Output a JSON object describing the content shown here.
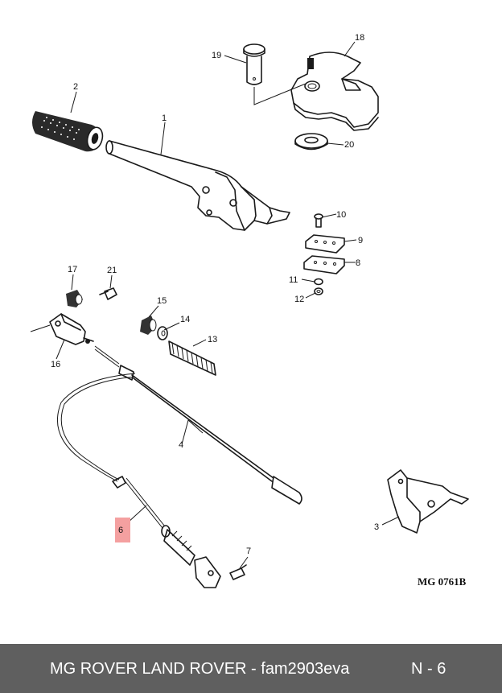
{
  "diagram": {
    "reference": "MG 0761B",
    "callouts": {
      "c1": "1",
      "c2": "2",
      "c3": "3",
      "c4": "4",
      "c6": "6",
      "c7": "7",
      "c8": "8",
      "c9": "9",
      "c10": "10",
      "c11": "11",
      "c12": "12",
      "c13": "13",
      "c14": "14",
      "c15": "15",
      "c16": "16",
      "c17": "17",
      "c18": "18",
      "c19": "19",
      "c20": "20",
      "c21": "21"
    },
    "highlight_color": "#f4a0a0"
  },
  "footer": {
    "title": "MG ROVER LAND ROVER - fam2903eva",
    "page": "N - 6",
    "background": "#5f5f5f"
  }
}
